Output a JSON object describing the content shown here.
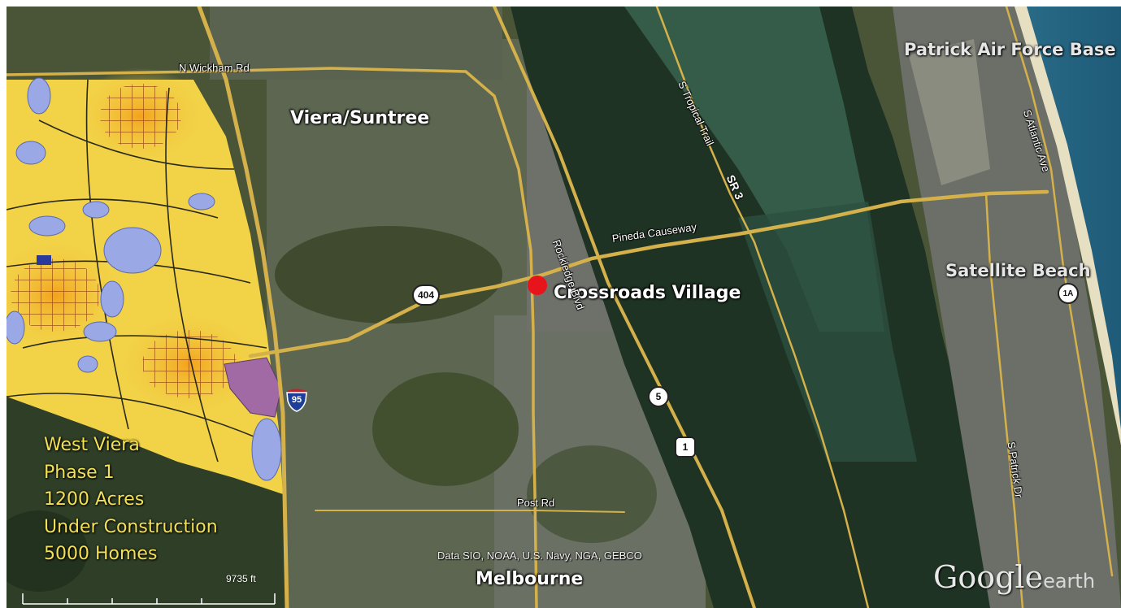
{
  "map": {
    "places": {
      "viera_suntree": "Viera/Suntree",
      "crossroads_village": "Crossroads Village",
      "melbourne": "Melbourne",
      "patrick_afb": "Patrick Air Force Base",
      "satellite_beach": "Satellite Beach"
    },
    "roads": {
      "n_wickham": "N Wickham Rd",
      "pineda": "Pineda Causeway",
      "rockledge": "Rockledge Blvd",
      "tropical_trail": "S Tropical Trail",
      "sr3": "SR 3",
      "atlantic": "S Atlantic Ave",
      "patrick_dr": "S Patrick Dr",
      "post_rd": "Post Rd"
    },
    "shields": {
      "sr404": "404",
      "i95": "95",
      "sr5": "5",
      "us1": "1",
      "sr1a": "1A"
    },
    "west_viera": {
      "line1": "West Viera",
      "line2": "Phase 1",
      "line3": "1200 Acres",
      "line4": "Under Construction",
      "line5": "5000 Homes"
    },
    "attribution": "Data SIO, NOAA, U.S. Navy, NGA, GEBCO",
    "scale_label": "9735 ft",
    "logo": {
      "google": "Google",
      "earth": "earth"
    },
    "marker_color": "#e8141c",
    "road_color": "#d4b14a"
  }
}
